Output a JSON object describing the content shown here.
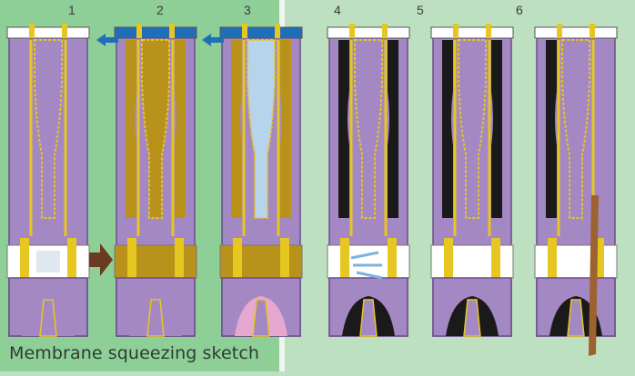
{
  "caption": "Membrane squeezing sketch",
  "steps": [
    "1",
    "2",
    "3",
    "4",
    "5",
    "6"
  ],
  "colors": {
    "left_background": "#8ecf98",
    "right_background": "#bde0c0",
    "chamber_purple": "#a488c4",
    "chamber_outline": "#6a4d8a",
    "membrane_yellow": "#e6c620",
    "slurry_gold": "#b8921a",
    "filtrate_blue": "#b6d4ec",
    "pressure_blue": "#1f6fb8",
    "cake_black": "#1a1a1a",
    "feed_brown": "#6a3b20",
    "discharge_brown": "#9c6230",
    "pink_filtrate": "#e6a8cf"
  },
  "icons": {
    "pressure_arrow": "left-arrow-icon",
    "feed_arrow": "right-arrow-icon",
    "air_flow": "air-flow-arrows-icon"
  }
}
